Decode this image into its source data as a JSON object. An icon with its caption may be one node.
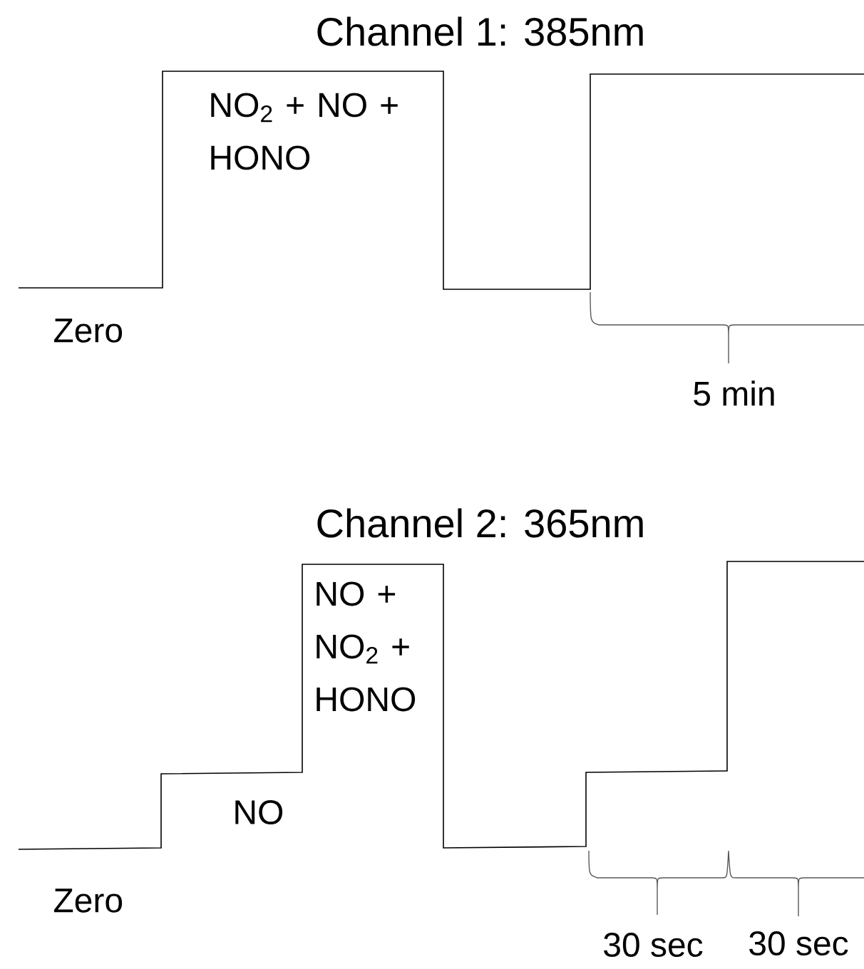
{
  "diagram": {
    "labels": [
      "Channel 1: 385nm",
      "NO$_{2}$ + NO + HONO",
      "Zero",
      "5 min",
      "Channel 2: 365nm",
      "NO + NO$_{2}$ + HONO",
      "NO",
      "Zero",
      "30 sec",
      "30 sec"
    ]
  }
}
